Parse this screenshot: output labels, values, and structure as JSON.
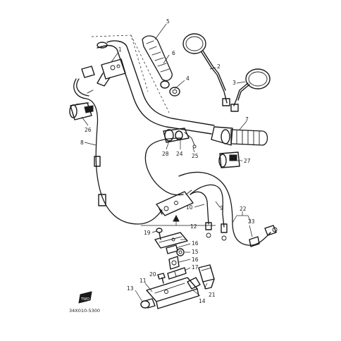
{
  "callouts": {
    "p1": "1",
    "p2": "2",
    "p3": "3",
    "p4": "4",
    "p5": "5",
    "p6": "6",
    "p7": "7",
    "p8": "8",
    "p9": "9",
    "p10": "10",
    "p11": "11",
    "p12": "12",
    "p13": "13",
    "p14": "14",
    "p15": "15",
    "p16a": "16",
    "p16b": "16",
    "p17": "17",
    "p19": "19",
    "p20": "20",
    "p21": "21",
    "p22": "22",
    "p23": "23",
    "p24": "24",
    "p25": "25",
    "p26": "26",
    "p27": "27",
    "p28": "28"
  },
  "footer": {
    "logo_text": "TWO",
    "drawing_code": "34X010-5300"
  }
}
